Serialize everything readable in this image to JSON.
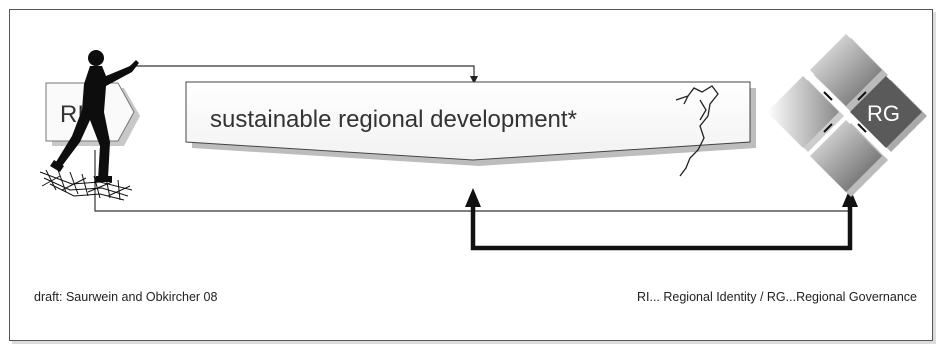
{
  "diagram": {
    "center_label": "sustainable regional development*",
    "ri_label": "RI",
    "rg_label": "RG"
  },
  "captions": {
    "source": "draft: Saurwein and Obkircher 08",
    "legend": "RI... Regional Identity / RG...Regional Governance"
  },
  "colors": {
    "frame": "#555555",
    "arrow": "#111111",
    "thin_line": "#333333",
    "diamond_light": "#f2f2f2",
    "diamond_dark": "#6a6a6a",
    "rg_diamond": "#5a5a5a"
  },
  "icons": [
    "hiker-silhouette-icon",
    "rock-hatching-icon",
    "crack-icon"
  ]
}
